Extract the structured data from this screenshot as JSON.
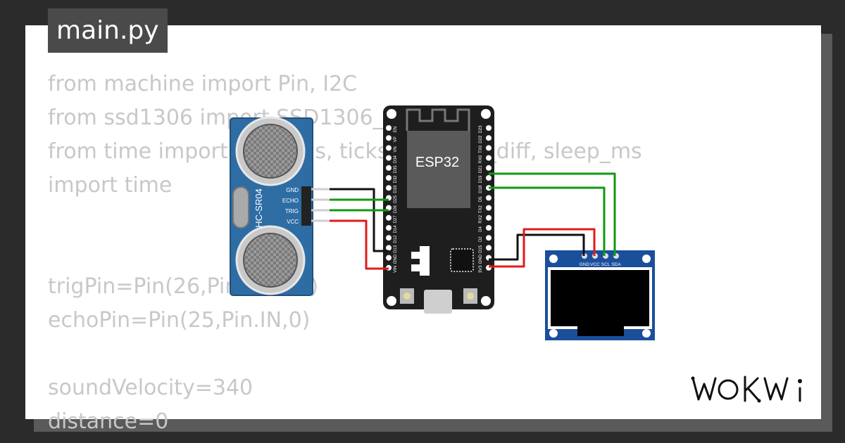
{
  "tab": {
    "filename": "main.py"
  },
  "code_lines": [
    "from machine import Pin, I2C",
    "from ssd1306 import SSD1306_I2C",
    "from time import sleep_us, ticks_us, ticks_diff, sleep_ms",
    "import time",
    "",
    "",
    "trigPin=Pin(26,Pin.OUT,0)",
    "echoPin=Pin(25,Pin.IN,0)",
    "",
    "soundVelocity=340",
    "distance=0"
  ],
  "hcsr04": {
    "name": "HC-SR04",
    "pins": [
      "GND",
      "ECHO",
      "TRIG",
      "VCC"
    ]
  },
  "esp32": {
    "label": "ESP32",
    "pins_left": [
      "EN",
      "VP",
      "VN",
      "D34",
      "D35",
      "D32",
      "D33",
      "D25",
      "D26",
      "D27",
      "D14",
      "D12",
      "D13",
      "GND",
      "VIN"
    ],
    "pins_right": [
      "D23",
      "D22",
      "TX0",
      "RX0",
      "D21",
      "D19",
      "D18",
      "D5",
      "TX2",
      "RX2",
      "D4",
      "D2",
      "D15",
      "GND",
      "3V3"
    ]
  },
  "oled": {
    "pins": [
      "GND",
      "VCC",
      "SCL",
      "SDA"
    ]
  },
  "logo": {
    "text": "WOKWi"
  },
  "colors": {
    "wire_green": "#119911",
    "wire_red": "#e01b1b",
    "wire_black": "#111111",
    "sensor_blue": "#2e6da4",
    "board_black": "#1e1e1e",
    "oled_blue": "#1a4f9c"
  }
}
